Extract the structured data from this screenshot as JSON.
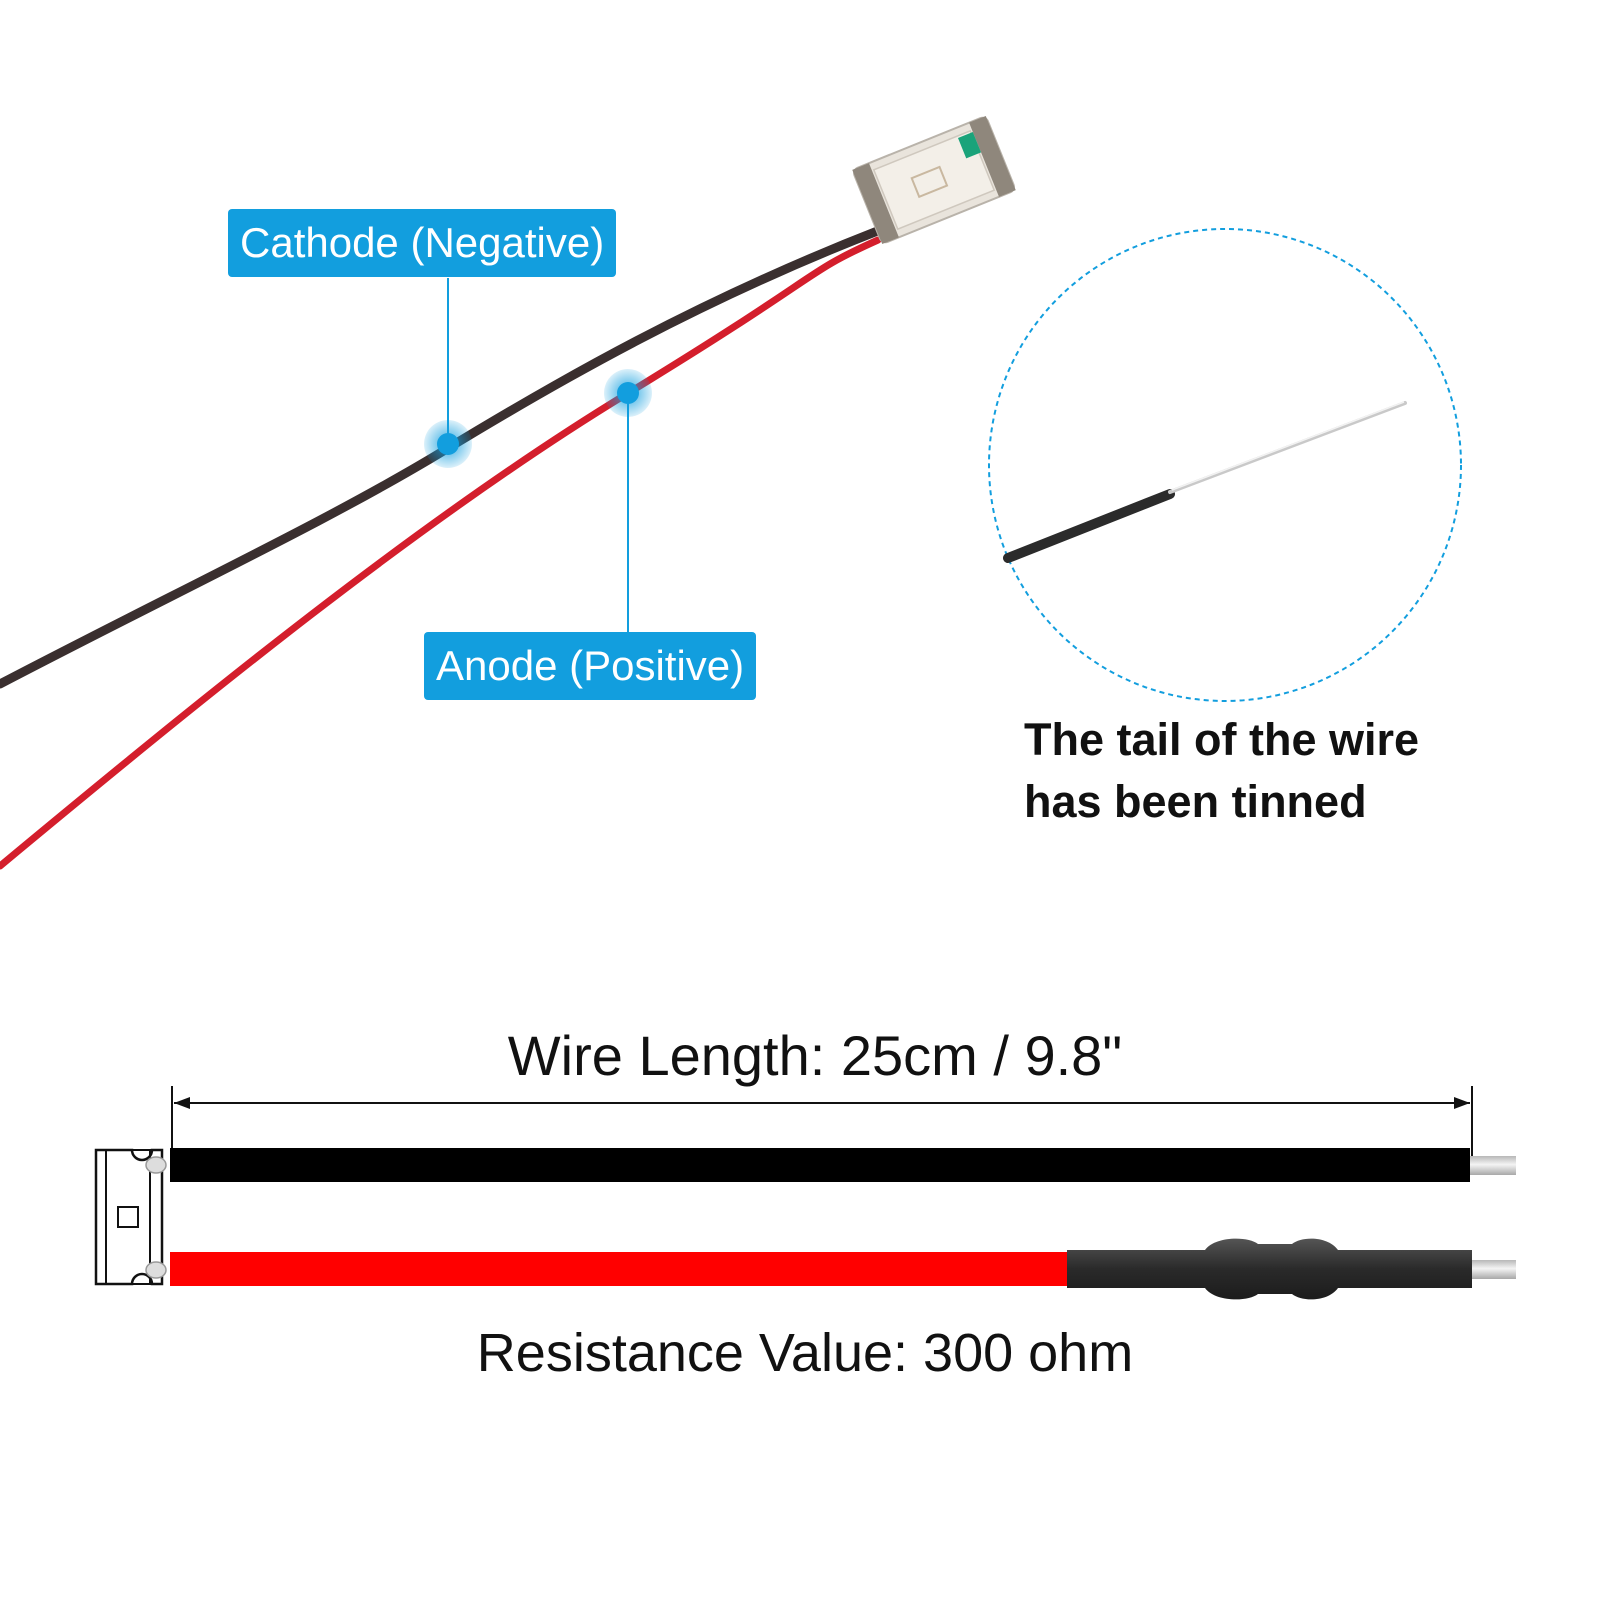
{
  "callouts": {
    "cathode": "Cathode (Negative)",
    "anode": "Anode (Positive)"
  },
  "inset": {
    "caption_line1": "The tail of the wire",
    "caption_line2": "has been tinned"
  },
  "dimensions": {
    "wire_length": "Wire Length: 25cm / 9.8\"",
    "resistance": "Resistance Value: 300 ohm"
  },
  "colors": {
    "accent_blue": "#129ede",
    "black_wire": "#000000",
    "red_wire": "#ff0000",
    "heat_shrink": "#2e2e2e",
    "tinned_lead": "#d8d8d8"
  }
}
